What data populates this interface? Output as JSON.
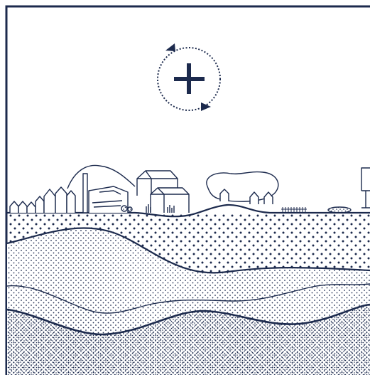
{
  "colors": {
    "ink": "#1c2a4d",
    "background": "#ffffff"
  },
  "icon": {
    "name": "plus-cycle-icon"
  },
  "scene": {
    "layers": [
      "surface-landscape",
      "coarse-dotted-stratum",
      "fine-dotted-stratum",
      "densest-dotted-stratum"
    ]
  }
}
